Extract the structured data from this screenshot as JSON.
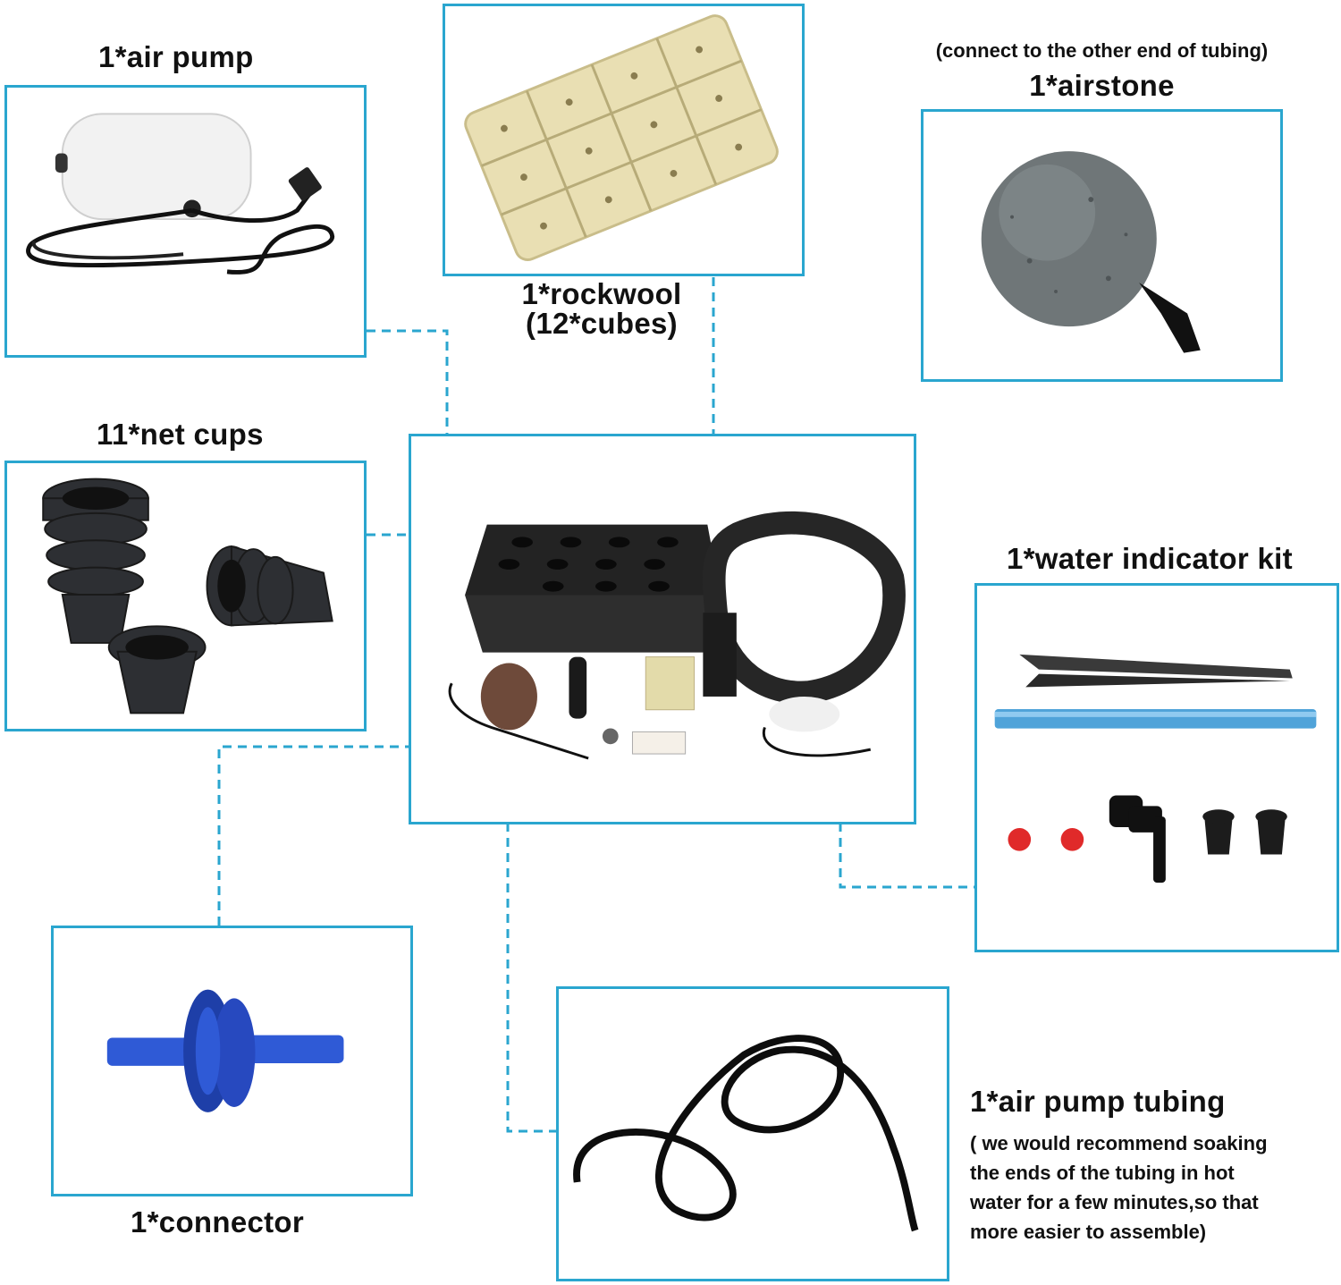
{
  "colors": {
    "frame": "#2aa6cf",
    "connector_line": "#2aa6cf"
  },
  "items": {
    "air_pump": {
      "label": "1*air pump",
      "icon": "air-pump-icon"
    },
    "rockwool": {
      "label_line1": "1*rockwool",
      "label_line2": "(12*cubes)",
      "icon": "rockwool-cubes-icon"
    },
    "airstone": {
      "note": "(connect to the other end of tubing)",
      "label": "1*airstone",
      "icon": "airstone-icon"
    },
    "net_cups": {
      "label": "11*net cups",
      "icon": "net-cup-icon"
    },
    "water_indicator": {
      "label": "1*water indicator kit",
      "icon": "water-indicator-kit-icon"
    },
    "connector": {
      "label": "1*connector",
      "icon": "check-valve-connector-icon"
    },
    "tubing": {
      "label": "1*air pump tubing",
      "note_lines": [
        "( we would recommend soaking",
        "the ends of the tubing in hot",
        "water for a few minutes,so that",
        "more easier to assemble)"
      ],
      "icon": "air-tubing-icon"
    },
    "kit": {
      "icon": "hydroponic-kit-icon"
    }
  }
}
